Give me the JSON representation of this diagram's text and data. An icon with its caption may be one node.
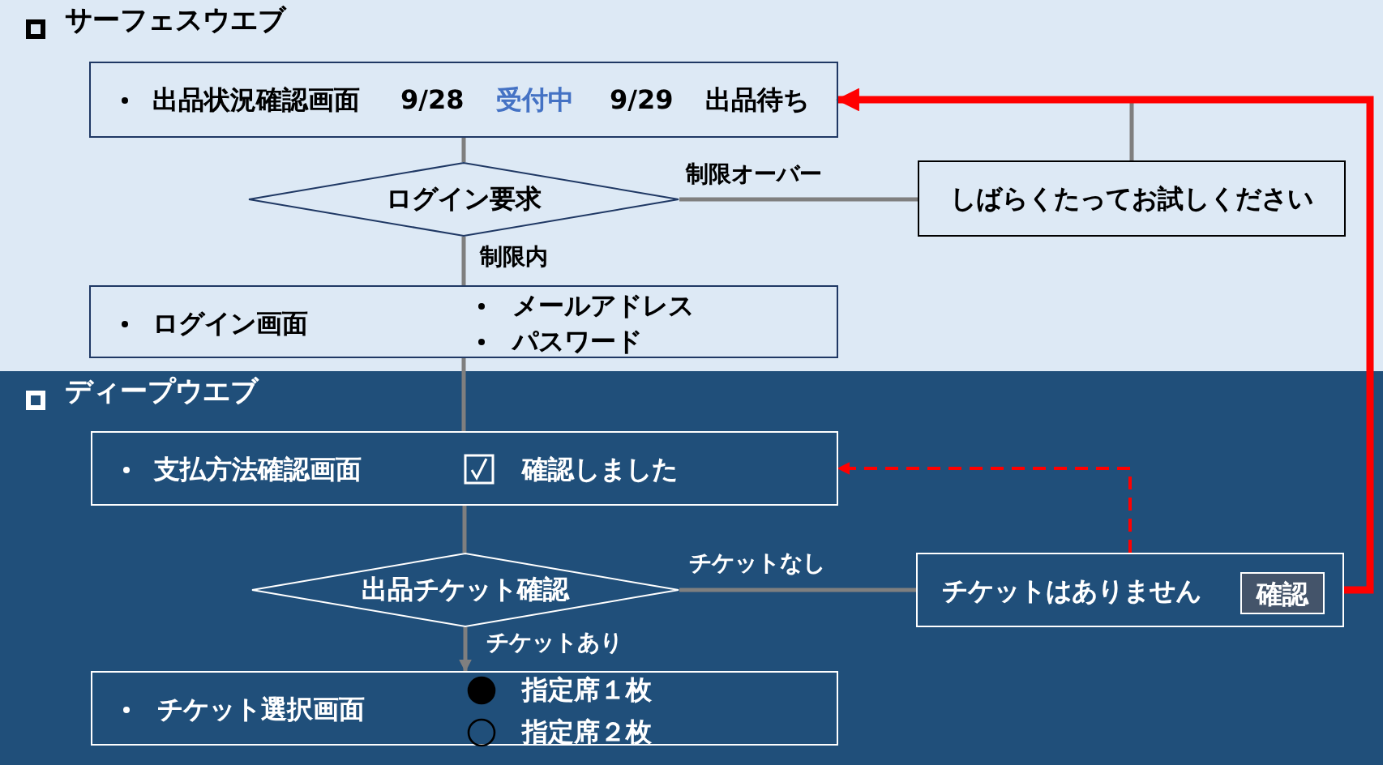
{
  "diagram": {
    "nodes": [
      {
        "text": [
          "サーフェスウエブ"
        ]
      },
      {
        "text": [
          "出品状況確認画面",
          "9/28",
          "受付中",
          "9/29",
          "出品待ち"
        ],
        "in": 0
      },
      {
        "text": [
          "ログイン要求"
        ],
        "in": 0
      },
      {
        "text": [
          "しばらくたってお試しください"
        ],
        "in": 0
      },
      {
        "text": [
          "ログイン画面",
          "メールアドレス",
          "パスワード"
        ],
        "in": 0
      },
      {
        "text": [
          "ディープウエブ"
        ]
      },
      {
        "text": [
          "支払方法確認画面",
          "確認しました"
        ],
        "in": 5
      },
      {
        "text": [
          "出品チケット確認"
        ],
        "in": 5
      },
      {
        "text": [
          "チケットはありません"
        ],
        "in": 5
      },
      {
        "text": [
          "確認"
        ],
        "in": 8
      },
      {
        "text": [
          "チケット選択画面",
          "指定席１枚",
          "指定席２枚"
        ],
        "in": 5
      }
    ],
    "edges": [
      {
        "from": 1,
        "to": 2,
        "arrow": "none"
      },
      {
        "from": 2,
        "to": 3,
        "arrow": "none",
        "label": "制限オーバー"
      },
      {
        "from": 2,
        "to": 4,
        "arrow": "none",
        "label": "制限内"
      },
      {
        "from": 3,
        "to": 1,
        "arrow": "to"
      },
      {
        "from": 4,
        "to": 6,
        "arrow": "none"
      },
      {
        "from": 6,
        "to": 7,
        "arrow": "none"
      },
      {
        "from": 7,
        "to": 8,
        "arrow": "none",
        "label": "チケットなし"
      },
      {
        "from": 7,
        "to": 10,
        "arrow": "to",
        "label": "チケットあり"
      },
      {
        "from": 8,
        "to": 6,
        "arrow": "to",
        "style": "dashed",
        "color": "#ff0000"
      },
      {
        "from": 8,
        "to": 1,
        "arrow": "to",
        "style": "thick",
        "color": "#ff0000"
      }
    ]
  }
}
